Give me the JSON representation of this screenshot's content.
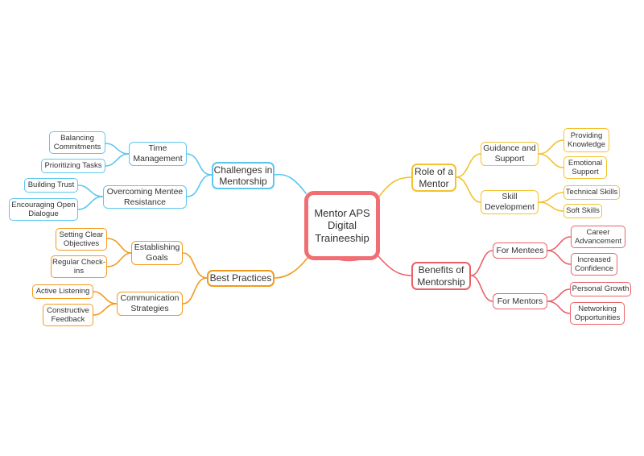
{
  "central_topic": "Mentor APS Digital Traineeship",
  "colors": {
    "root": "#f06e74",
    "challenges": "#5cc7ee",
    "role": "#f2c230",
    "benefits": "#ea6169",
    "practices": "#f29a1e"
  },
  "branches": {
    "challenges": {
      "label": "Challenges in Mentorship",
      "time_management": {
        "label": "Time Management",
        "items": [
          "Balancing Commitments",
          "Prioritizing Tasks"
        ]
      },
      "overcoming_resistance": {
        "label": "Overcoming Mentee Resistance",
        "items": [
          "Building Trust",
          "Encouraging Open Dialogue"
        ]
      }
    },
    "role": {
      "label": "Role of a Mentor",
      "guidance": {
        "label": "Guidance and Support",
        "items": [
          "Providing Knowledge",
          "Emotional Support"
        ]
      },
      "skill_development": {
        "label": "Skill Development",
        "items": [
          "Technical Skills",
          "Soft Skills"
        ]
      }
    },
    "benefits": {
      "label": "Benefits of Mentorship",
      "for_mentees": {
        "label": "For Mentees",
        "items": [
          "Career Advancement",
          "Increased Confidence"
        ]
      },
      "for_mentors": {
        "label": "For Mentors",
        "items": [
          "Personal Growth",
          "Networking Opportunities"
        ]
      }
    },
    "practices": {
      "label": "Best Practices",
      "establishing_goals": {
        "label": "Establishing Goals",
        "items": [
          "Setting Clear Objectives",
          "Regular Check-ins"
        ]
      },
      "communication": {
        "label": "Communication Strategies",
        "items": [
          "Active Listening",
          "Constructive Feedback"
        ]
      }
    }
  }
}
